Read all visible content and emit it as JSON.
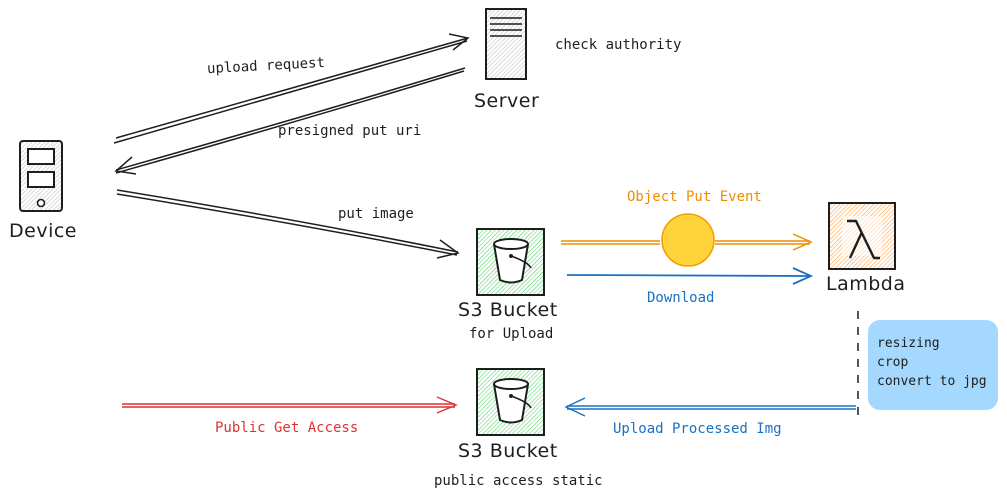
{
  "nodes": {
    "device": "Device",
    "server": "Server",
    "server_note": "check authority",
    "s3_upload": "S3 Bucket",
    "s3_upload_sub": "for Upload",
    "lambda": "Lambda",
    "lambda_glyph": "λ",
    "s3_public": "S3 Bucket",
    "s3_public_sub": "public access static"
  },
  "edges": {
    "upload_request": "upload request",
    "presigned": "presigned put uri",
    "put_image": "put image",
    "object_put_event": "Object Put Event",
    "download": "Download",
    "public_get": "Public Get Access",
    "upload_processed": "Upload Processed Img"
  },
  "note": {
    "lines": [
      "resizing",
      "crop",
      "convert to jpg"
    ]
  },
  "colors": {
    "orange": "#f08c00",
    "blue": "#1971c2",
    "red": "#e03131",
    "green": "#2f9e44",
    "note_bg": "#a5d8ff",
    "event_circle": "#ffd43b"
  }
}
